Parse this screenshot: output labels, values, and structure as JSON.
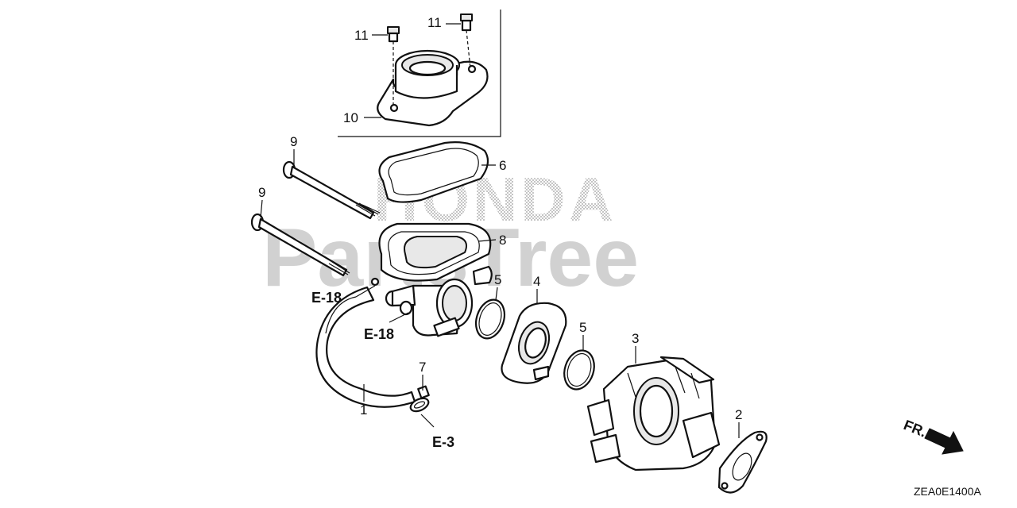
{
  "watermark": {
    "brand": "HONDA",
    "site": "PartsTree"
  },
  "callouts": {
    "c1": "1",
    "c2": "2",
    "c3": "3",
    "c4": "4",
    "c5a": "5",
    "c5b": "5",
    "c6": "6",
    "c7": "7",
    "c8": "8",
    "c9a": "9",
    "c9b": "9",
    "c10": "10",
    "c11a": "11",
    "c11b": "11"
  },
  "references": {
    "e18a": "E-18",
    "e18b": "E-18",
    "e3": "E-3"
  },
  "direction_label": "FR.",
  "diagram_code": "ZEA0E1400A"
}
